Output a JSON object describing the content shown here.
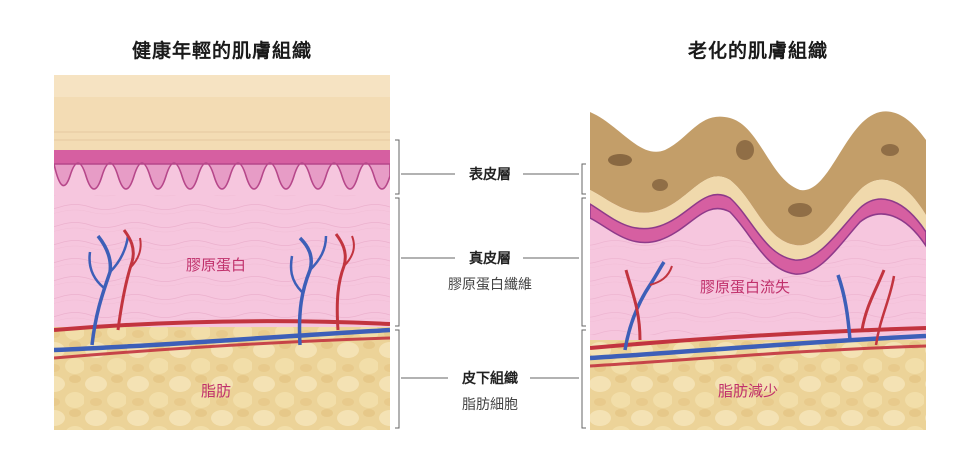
{
  "panels": {
    "left": {
      "title": "健康年輕的肌膚組織",
      "collagen_label": "膠原蛋白",
      "fat_label": "脂肪"
    },
    "right": {
      "title": "老化的肌膚組織",
      "collagen_label": "膠原蛋白流失",
      "fat_label": "脂肪減少"
    }
  },
  "layers": [
    {
      "name": "表皮層",
      "sub": ""
    },
    {
      "name": "真皮層",
      "sub": "膠原蛋白纖維"
    },
    {
      "name": "皮下組織",
      "sub": "脂肪細胞"
    }
  ],
  "colors": {
    "epidermis_top": "#f3dcb4",
    "dermis": "#f6c6de",
    "fat": "#ecd398",
    "artery": "#c2343f",
    "vein": "#3d5fb8",
    "label_accent": "#c0306b"
  }
}
